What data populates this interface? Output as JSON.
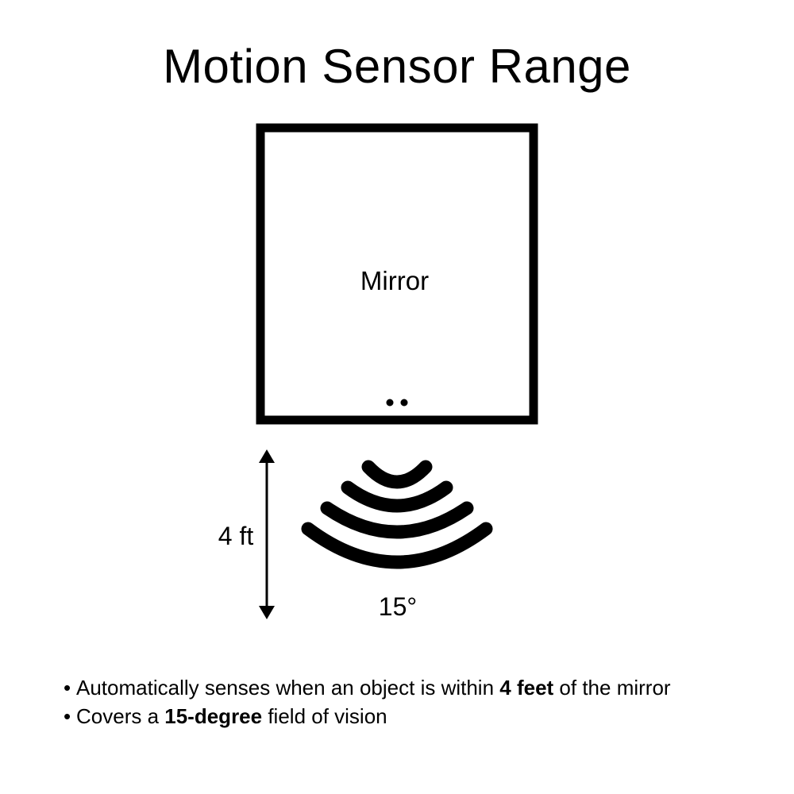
{
  "title": "Motion Sensor Range",
  "mirror_label": "Mirror",
  "distance_label": "4 ft",
  "angle_label": "15°",
  "bullets": [
    {
      "bullet": "•",
      "before": "Automatically senses when an object is within ",
      "bold": "4 feet",
      "after": " of the mirror"
    },
    {
      "bullet": "•",
      "before": "Covers a ",
      "bold": "15-degree",
      "after": " field of vision"
    }
  ],
  "colors": {
    "ink": "#000000",
    "background": "#ffffff"
  },
  "icons": {
    "sensor": "sensor-dots-icon",
    "waves": "motion-waves-icon",
    "range_arrow": "double-arrow-icon"
  }
}
